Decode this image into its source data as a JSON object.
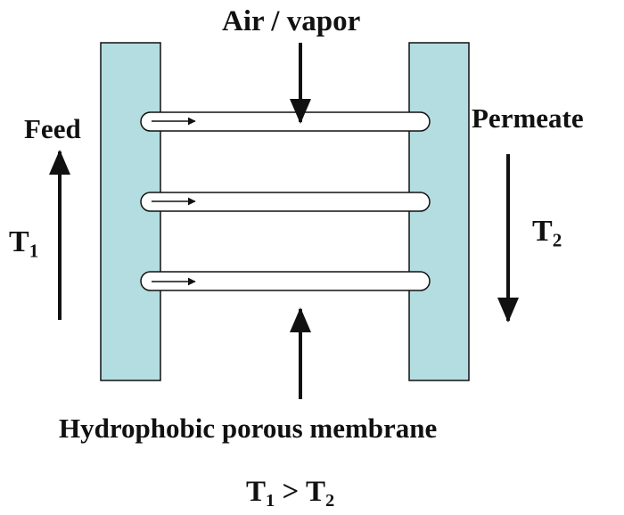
{
  "labels": {
    "air_vapor": "Air / vapor",
    "feed": "Feed",
    "permeate": "Permeate",
    "t1": {
      "base": "T",
      "sub": "1"
    },
    "t2": {
      "base": "T",
      "sub": "2"
    },
    "membrane": "Hydrophobic porous membrane",
    "condition": {
      "left_base": "T",
      "left_sub": "1",
      "op": ">",
      "right_base": "T",
      "right_sub": "2"
    }
  },
  "colors": {
    "channel_fill": "#b3dde1",
    "stroke": "#111111",
    "background": "#ffffff"
  }
}
